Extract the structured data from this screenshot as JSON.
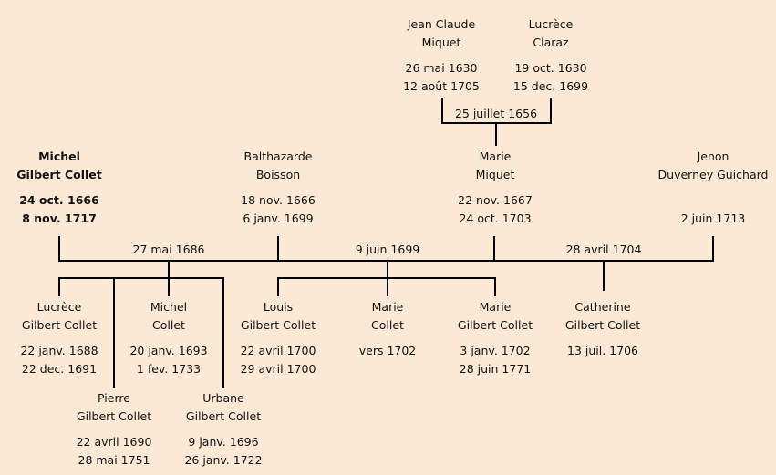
{
  "persons": {
    "jean_claude": {
      "first": "Jean Claude",
      "last": "Miquet",
      "birth": "26 mai 1630",
      "death": "12 août 1705"
    },
    "lucrece_claraz": {
      "first": "Lucrèce",
      "last": "Claraz",
      "birth": "19 oct. 1630",
      "death": "15 dec. 1699"
    },
    "michel": {
      "first": "Michel",
      "last": "Gilbert Collet",
      "birth": "24 oct. 1666",
      "death": "8 nov. 1717"
    },
    "balthazarde": {
      "first": "Balthazarde",
      "last": "Boisson",
      "birth": "18 nov. 1666",
      "death": "6 janv. 1699"
    },
    "marie_miquet": {
      "first": "Marie",
      "last": "Miquet",
      "birth": "22 nov. 1667",
      "death": "24 oct. 1703"
    },
    "jenon": {
      "first": "Jenon",
      "last": "Duverney Guichard",
      "birth": "",
      "death": "2 juin 1713"
    },
    "lucrece": {
      "first": "Lucrèce",
      "last": "Gilbert Collet",
      "birth": "22 janv. 1688",
      "death": "22 dec. 1691"
    },
    "michel_collet": {
      "first": "Michel",
      "last": "Collet",
      "birth": "20 janv. 1693",
      "death": "1 fev. 1733"
    },
    "louis": {
      "first": "Louis",
      "last": "Gilbert Collet",
      "birth": "22 avril 1700",
      "death": "29 avril 1700"
    },
    "marie_collet": {
      "first": "Marie",
      "last": "Collet",
      "birth": "vers 1702",
      "death": ""
    },
    "marie_gc": {
      "first": "Marie",
      "last": "Gilbert Collet",
      "birth": "3 janv. 1702",
      "death": "28 juin 1771"
    },
    "catherine": {
      "first": "Catherine",
      "last": "Gilbert Collet",
      "birth": "13 juil. 1706",
      "death": ""
    },
    "pierre": {
      "first": "Pierre",
      "last": "Gilbert Collet",
      "birth": "22 avril 1690",
      "death": "28 mai 1751"
    },
    "urbane": {
      "first": "Urbane",
      "last": "Gilbert Collet",
      "birth": "9 janv. 1696",
      "death": "26 janv. 1722"
    }
  },
  "marriages": {
    "m1656": "25 juillet 1656",
    "m1686": "27 mai 1686",
    "m1699": "9 juin 1699",
    "m1704": "28 avril 1704"
  }
}
